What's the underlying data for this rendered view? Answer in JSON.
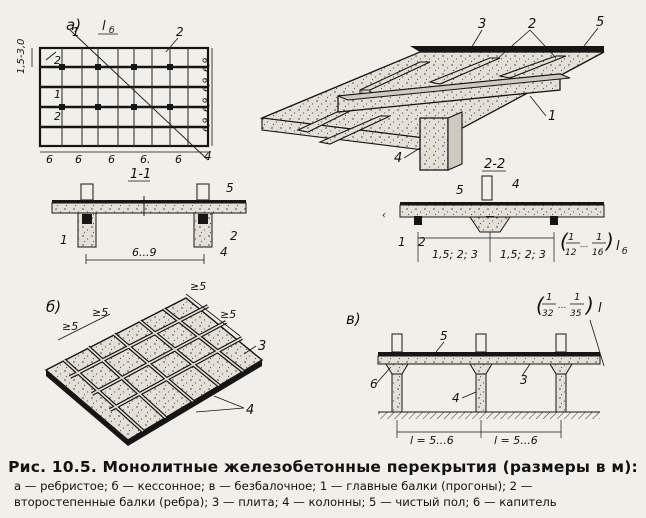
{
  "panels": {
    "a": "а)",
    "b": "б)",
    "v": "в)"
  },
  "plan": {
    "dim_top": "l",
    "dim_top_sub": "б",
    "dim_left": "1,5-3,0",
    "bays_bottom": [
      "6",
      "6",
      "6",
      "6.",
      "6"
    ],
    "bays_right": [
      "6,9",
      "6,9",
      "6,9",
      "6,9",
      "6,9"
    ],
    "num_1": "1",
    "num_2": "2",
    "num_4": "4",
    "mark_2": "2",
    "mark_1": "1",
    "mark_2b": "2"
  },
  "iso_a": {
    "n3": "3",
    "n2": "2",
    "n5": "5",
    "n1": "1",
    "n4": "4"
  },
  "section_11": {
    "title": "1-1",
    "n5": "5",
    "n1": "1",
    "n2": "2",
    "n4": "4",
    "span": "6...9"
  },
  "section_22": {
    "title": "2-2",
    "n4": "4",
    "n5": "5",
    "n1": "1",
    "n2": "2",
    "span_a": "1,5; 2; 3",
    "span_b": "1,5; 2; 3",
    "frac_num": "1",
    "frac_den_a": "12",
    "frac_dash": "...",
    "frac_den_b": "16",
    "frac_var": "l",
    "frac_sub": "б"
  },
  "iso_b": {
    "dim_a": "≥5",
    "dim_b": "≥5",
    "dim_c": "≥5",
    "dim_d": "≥5",
    "n3": "3",
    "n4": "4"
  },
  "section_v": {
    "frac_num": "1",
    "frac_den_a": "32",
    "frac_dash": "...",
    "frac_den_b": "35",
    "frac_var": "l",
    "n5": "5",
    "n6": "6",
    "n3": "3",
    "n4": "4",
    "span_a": "l = 5...6",
    "span_b": "l = 5...6"
  },
  "caption": {
    "title": "Рис. 10.5. Монолитные железобетонные перекрытия (размеры в м):",
    "legend": "а — ребристое; б — кессонное; в — безбалочное; 1 — главные балки (прогоны); 2 — второстепенные балки (ребра); 3 — плита; 4 — колонны; 5 — чистый пол; 6 — капитель"
  },
  "colors": {
    "ink": "#151515",
    "paper": "#f1efe9",
    "concrete": "#d9d5cc"
  }
}
